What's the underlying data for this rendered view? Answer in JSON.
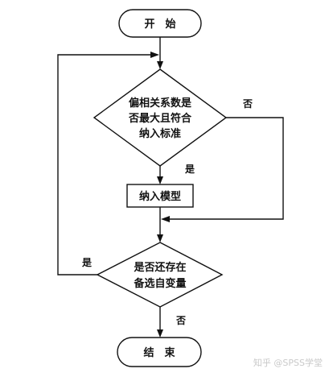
{
  "nodes": {
    "start": "开　始",
    "decision1": [
      "偏相关系数是",
      "否最大且符合",
      "纳入标准"
    ],
    "process": "纳入模型",
    "decision2": [
      "是否还存在",
      "备选自变量"
    ],
    "end": "结　束"
  },
  "edges": {
    "d1_yes": "是",
    "d1_no": "否",
    "d2_yes": "是",
    "d2_no": "否"
  },
  "watermark": "知乎 @SPSS学堂"
}
